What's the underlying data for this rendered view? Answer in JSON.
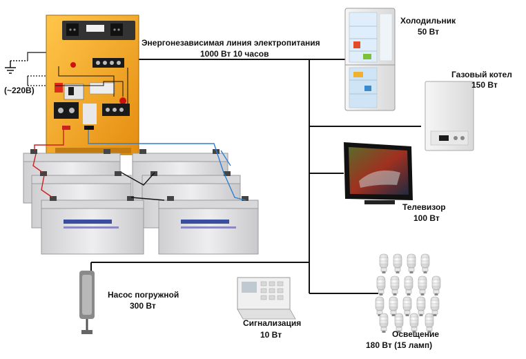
{
  "mains_label": "(~220В)",
  "line_title": "Энергонезависимая линия электропитания",
  "line_spec": "1000 Вт 10 часов",
  "consumers": [
    {
      "id": "fridge",
      "name": "Холодильник",
      "power": "50 Вт",
      "icon": "refrigerator-icon"
    },
    {
      "id": "boiler",
      "name": "Газовый котел",
      "power": "150 Вт",
      "icon": "gas-boiler-icon"
    },
    {
      "id": "tv",
      "name": "Телевизор",
      "power": "100 Вт",
      "icon": "television-icon"
    },
    {
      "id": "pump",
      "name": "Насос погружной",
      "power": "300 Вт",
      "icon": "submersible-pump-icon"
    },
    {
      "id": "alarm",
      "name": "Сигнализация",
      "power": "10 Вт",
      "icon": "alarm-keypad-icon"
    },
    {
      "id": "lighting",
      "name": "Освещение",
      "power": "180 Вт (15 ламп)",
      "icon": "bulbs-icon"
    }
  ],
  "colors": {
    "inverter": "#f4a41c",
    "battery": "#e2e2e4",
    "bus_line": "#111111",
    "wire_red": "#cc1f1f",
    "wire_blue": "#2f7fd0"
  }
}
